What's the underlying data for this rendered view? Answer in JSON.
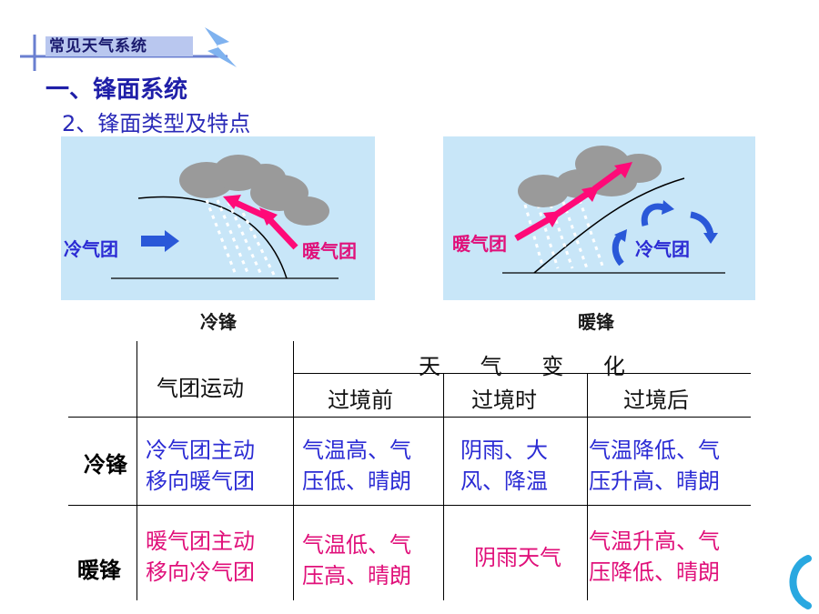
{
  "header": {
    "badge": "常见天气系统",
    "title": "一、锋面系统",
    "subtitle": "2、锋面类型及特点"
  },
  "diagrams": {
    "cold": {
      "left_label": "冷气团",
      "right_label": "暖气团",
      "caption": "冷锋"
    },
    "warm": {
      "left_label": "暖气团",
      "right_label": "冷气团",
      "caption": "暖锋"
    }
  },
  "table": {
    "col_motion": "气团运动",
    "col_weather": "天 气 变 化",
    "sub_before": "过境前",
    "sub_during": "过境时",
    "sub_after": "过境后",
    "rows": [
      {
        "name": "冷锋",
        "motion": [
          "冷气团主动",
          "移向暖气团"
        ],
        "before": [
          "气温高、气",
          "压低、晴朗"
        ],
        "during": [
          "阴雨、大",
          "风、降温"
        ],
        "after": [
          "气温降低、气",
          "压升高、晴朗"
        ]
      },
      {
        "name": "暖锋",
        "motion": [
          "暖气团主动",
          "移向冷气团"
        ],
        "before": [
          "气温低、气",
          "压高、晴朗"
        ],
        "during": [
          "阴雨天气"
        ],
        "after": [
          "气温升高、气",
          "压降低、晴朗"
        ]
      }
    ]
  },
  "colors": {
    "blue_text": "#2b2bd4",
    "red_text": "#e0107a",
    "panel": "#c8e6f8",
    "arrow_red": "#ff0a78",
    "arrow_blue": "#2a58d8"
  },
  "icons": [
    "lightning-icon",
    "red-arrow-icon",
    "blue-arrow-icon",
    "cloud-icon",
    "curly-bracket-icon"
  ]
}
